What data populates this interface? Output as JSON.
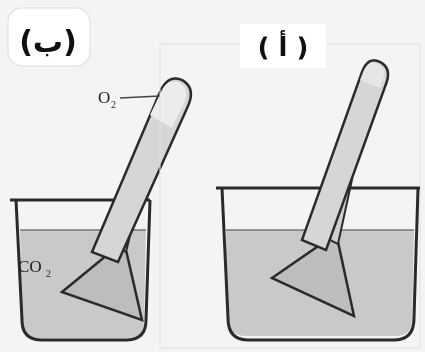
{
  "panels": [
    {
      "id": "b",
      "label": "(ب)",
      "top_gas": "O",
      "top_gas_sub": "2",
      "side_gas": "CO",
      "side_gas_sub": "2"
    },
    {
      "id": "a",
      "label": "( أ )",
      "top_gas": "",
      "side_gas": ""
    }
  ],
  "colors": {
    "background": "#f4f4f4",
    "glass_stroke": "#2a2a2a",
    "water_fill": "#c9c9c9",
    "tube_fill": "#d6d6d6",
    "funnel_fill": "#bdbdbd",
    "label_box": "#ffffff"
  }
}
